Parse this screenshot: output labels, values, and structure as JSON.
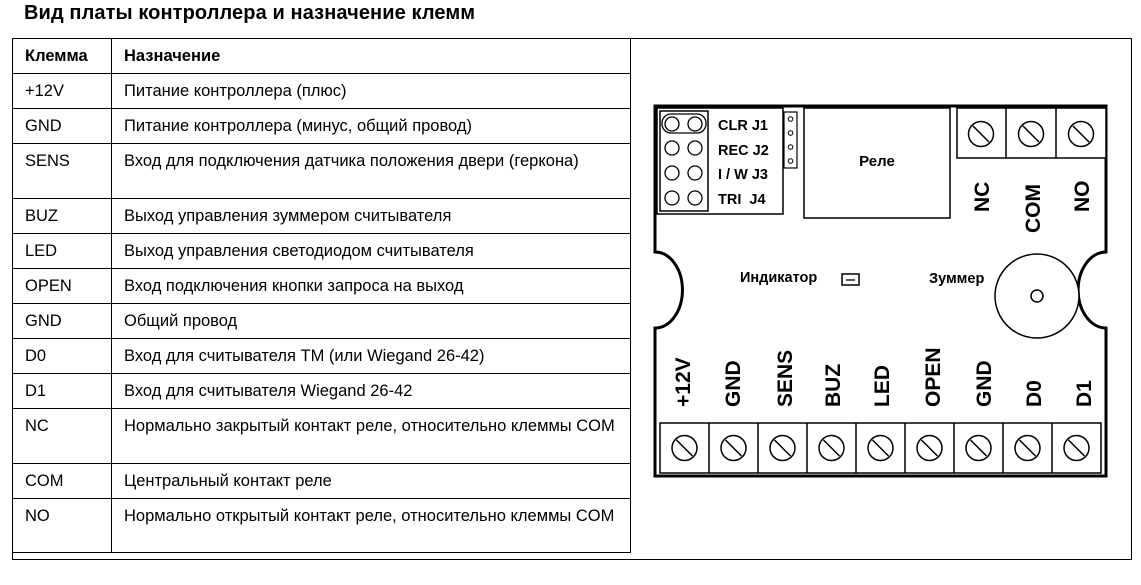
{
  "title": "Вид платы контроллера и назначение клемм",
  "table": {
    "headers": {
      "terminal": "Клемма",
      "purpose": "Назначение"
    },
    "rows": [
      {
        "terminal": "+12V",
        "purpose": "Питание контроллера (плюс)"
      },
      {
        "terminal": "GND",
        "purpose": "Питание контроллера (минус, общий провод)"
      },
      {
        "terminal": "SENS",
        "purpose": "Вход для подключения датчика положения двери (геркона)"
      },
      {
        "terminal": "BUZ",
        "purpose": "Выход управления зуммером считывателя"
      },
      {
        "terminal": "LED",
        "purpose": "Выход управления светодиодом считывателя"
      },
      {
        "terminal": "OPEN",
        "purpose": "Вход подключения кнопки запроса на выход"
      },
      {
        "terminal": "GND",
        "purpose": "Общий провод"
      },
      {
        "terminal": "D0",
        "purpose": "Вход для считывателя TM (или Wiegand 26-42)"
      },
      {
        "terminal": "D1",
        "purpose": "Вход для считывателя Wiegand 26-42"
      },
      {
        "terminal": "NC",
        "purpose": "Нормально закрытый контакт реле, относительно клеммы COM"
      },
      {
        "terminal": "COM",
        "purpose": "Центральный контакт реле"
      },
      {
        "terminal": "NO",
        "purpose": "Нормально открытый контакт реле, относительно клеммы COM"
      }
    ]
  },
  "board": {
    "jumpers": [
      "CLR J1",
      "REC J2",
      "I / W J3",
      "TRI  J4"
    ],
    "relay_label": "Реле",
    "indicator_label": "Индикатор",
    "buzzer_label": "Зуммер",
    "relay_terminals": [
      "NC",
      "COM",
      "NO"
    ],
    "bottom_terminals": [
      "+12V",
      "GND",
      "SENS",
      "BUZ",
      "LED",
      "OPEN",
      "GND",
      "D0",
      "D1"
    ]
  }
}
